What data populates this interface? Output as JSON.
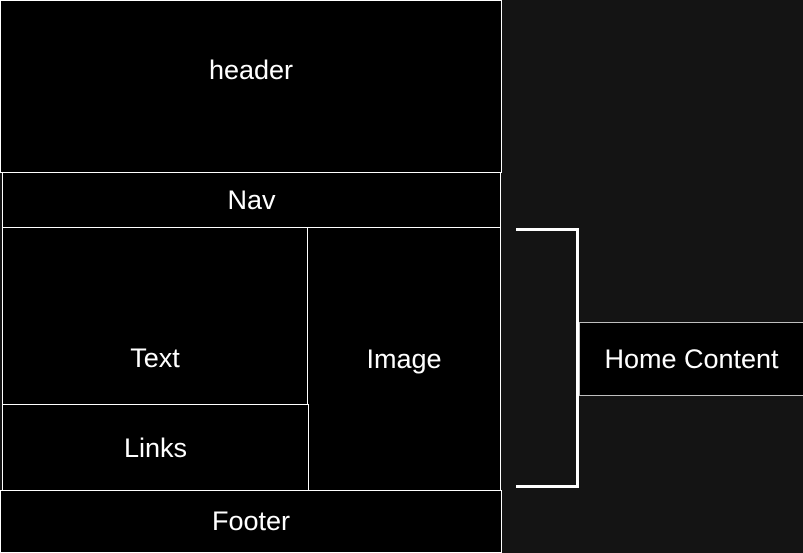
{
  "diagram": {
    "title": "",
    "colors": {
      "background": "#141414",
      "box_fill": "#000000",
      "box_stroke": "#ffffff",
      "text": "#ffffff"
    },
    "regions": {
      "header": "header",
      "nav": "Nav",
      "text": "Text",
      "image": "Image",
      "links": "Links",
      "footer": "Footer"
    },
    "annotation": {
      "label": "Home Content",
      "connector": "bracket",
      "groups": [
        "Text",
        "Image",
        "Links"
      ]
    }
  }
}
